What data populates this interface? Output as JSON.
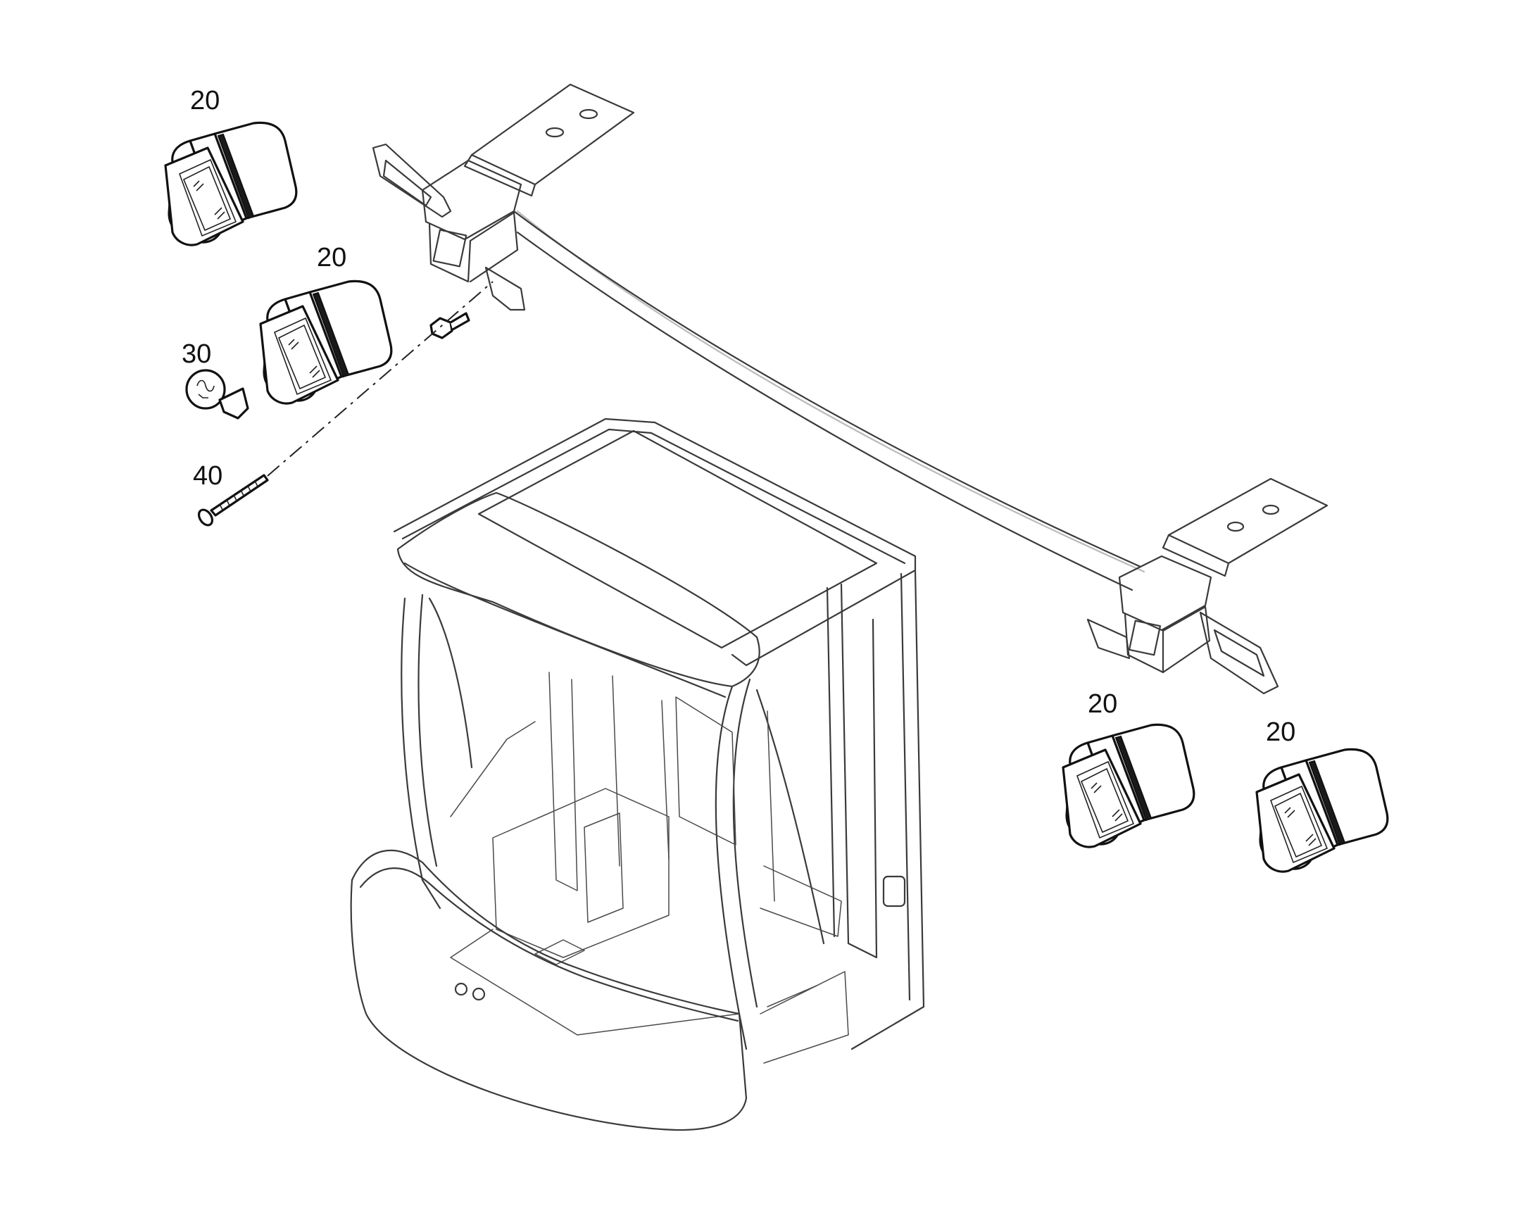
{
  "callouts": [
    {
      "id": "lamp-front-1",
      "text": "20"
    },
    {
      "id": "lamp-front-2",
      "text": "20"
    },
    {
      "id": "bulb",
      "text": "30"
    },
    {
      "id": "screw",
      "text": "40"
    },
    {
      "id": "lamp-rear-1",
      "text": "20"
    },
    {
      "id": "lamp-rear-2",
      "text": "20"
    }
  ],
  "colors": {
    "line": "#3a3a3a",
    "ink": "#111111",
    "background": "#ffffff"
  }
}
